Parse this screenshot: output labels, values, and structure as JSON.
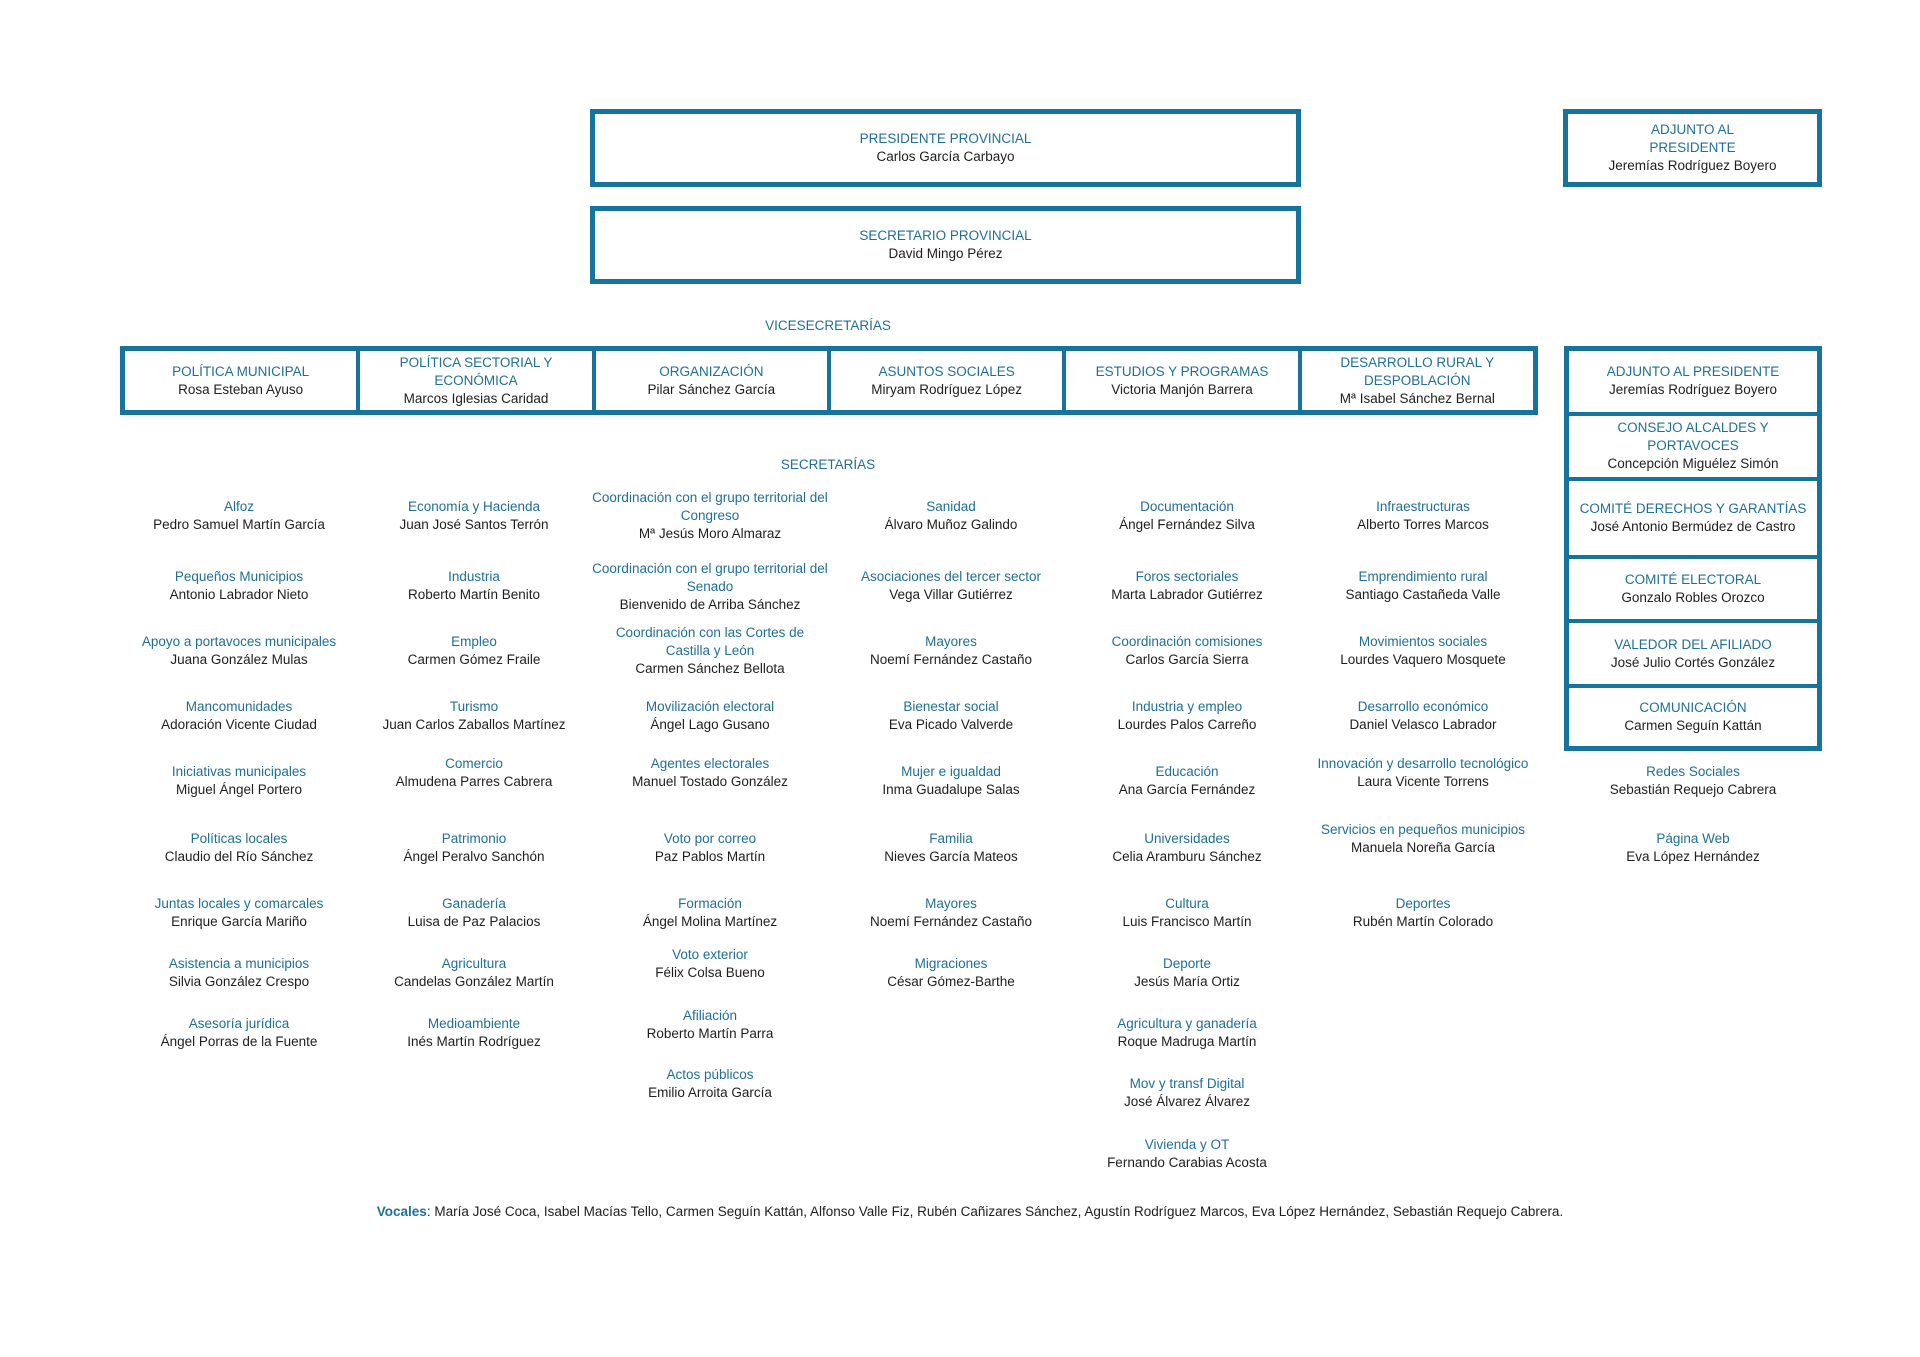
{
  "president": {
    "title": "PRESIDENTE PROVINCIAL",
    "name": "Carlos García Carbayo"
  },
  "adjunto_top": {
    "title_1": "ADJUNTO AL",
    "title_2": "PRESIDENTE",
    "name": "Jeremías Rodríguez Boyero"
  },
  "secretary": {
    "title": "SECRETARIO PROVINCIAL",
    "name": "David Mingo Pérez"
  },
  "vicesecretarias_label": "VICESECRETARÍAS",
  "secretarias_label": "SECRETARÍAS",
  "vicesecretarias": [
    {
      "title": "POLÍTICA MUNICIPAL",
      "name": "Rosa Esteban Ayuso"
    },
    {
      "title": "POLÍTICA SECTORIAL Y ECONÓMICA",
      "name": "Marcos Iglesias Caridad"
    },
    {
      "title": "ORGANIZACIÓN",
      "name": "Pilar Sánchez García"
    },
    {
      "title": "ASUNTOS SOCIALES",
      "name": "Miryam Rodríguez López"
    },
    {
      "title": "ESTUDIOS Y PROGRAMAS",
      "name": "Victoria Manjón Barrera"
    },
    {
      "title": "DESARROLLO RURAL Y DESPOBLACIÓN",
      "name": "Mª Isabel Sánchez Bernal"
    }
  ],
  "side_panel": [
    {
      "title": "ADJUNTO AL PRESIDENTE",
      "name": "Jeremías Rodríguez Boyero"
    },
    {
      "title": "CONSEJO ALCALDES Y PORTAVOCES",
      "name": "Concepción Miguélez Simón"
    },
    {
      "title": "COMITÉ DERECHOS Y GARANTÍAS",
      "name": "José Antonio Bermúdez de Castro"
    },
    {
      "title": "COMITÉ ELECTORAL",
      "name": "Gonzalo Robles Orozco"
    },
    {
      "title": "VALEDOR DEL AFILIADO",
      "name": "José Julio Cortés González"
    },
    {
      "title": "COMUNICACIÓN",
      "name": "Carmen Seguín Kattán"
    }
  ],
  "secretarias": [
    [
      {
        "title": "Alfoz",
        "name": "Pedro Samuel Martín García"
      },
      {
        "title": "Pequeños Municipios",
        "name": "Antonio Labrador Nieto"
      },
      {
        "title": "Apoyo a portavoces municipales",
        "name": "Juana González Mulas"
      },
      {
        "title": "Mancomunidades",
        "name": "Adoración Vicente Ciudad"
      },
      {
        "title": "Iniciativas municipales",
        "name": "Miguel Ángel Portero"
      },
      {
        "title": "Políticas locales",
        "name": "Claudio del Río Sánchez"
      },
      {
        "title": "Juntas locales y comarcales",
        "name": "Enrique García Mariño"
      },
      {
        "title": "Asistencia a municipios",
        "name": "Silvia González Crespo"
      },
      {
        "title": "Asesoría jurídica",
        "name": "Ángel Porras de la Fuente"
      }
    ],
    [
      {
        "title": "Economía y Hacienda",
        "name": "Juan José Santos Terrón"
      },
      {
        "title": "Industria",
        "name": "Roberto Martín Benito"
      },
      {
        "title": "Empleo",
        "name": "Carmen Gómez Fraile"
      },
      {
        "title": "Turismo",
        "name": "Juan Carlos Zaballos Martínez"
      },
      {
        "title": "Comercio",
        "name": "Almudena Parres Cabrera"
      },
      {
        "title": "Patrimonio",
        "name": "Ángel Peralvo Sanchón"
      },
      {
        "title": "Ganadería",
        "name": "Luisa de Paz Palacios"
      },
      {
        "title": "Agricultura",
        "name": "Candelas González Martín"
      },
      {
        "title": "Medioambiente",
        "name": "Inés Martín Rodríguez"
      }
    ],
    [
      {
        "title": "Coordinación con el grupo territorial del Congreso",
        "name": "Mª Jesús Moro Almaraz"
      },
      {
        "title": "Coordinación con el grupo territorial del Senado",
        "name": "Bienvenido de Arriba Sánchez"
      },
      {
        "title": "Coordinación con las Cortes de Castilla y León",
        "name": "Carmen Sánchez Bellota"
      },
      {
        "title": "Movilización electoral",
        "name": "Ángel Lago Gusano"
      },
      {
        "title": "Agentes electorales",
        "name": "Manuel Tostado González"
      },
      {
        "title": "Voto por correo",
        "name": "Paz Pablos Martín"
      },
      {
        "title": "Formación",
        "name": "Ángel Molina Martínez"
      },
      {
        "title": "Voto exterior",
        "name": "Félix Colsa Bueno"
      },
      {
        "title": "Afiliación",
        "name": "Roberto Martín Parra"
      },
      {
        "title": "Actos públicos",
        "name": "Emilio Arroita García"
      }
    ],
    [
      {
        "title": "Sanidad",
        "name": "Álvaro Muñoz Galindo"
      },
      {
        "title": "Asociaciones del tercer sector",
        "name": "Vega Villar Gutiérrez"
      },
      {
        "title": "Mayores",
        "name": "Noemí Fernández Castaño"
      },
      {
        "title": "Bienestar social",
        "name": "Eva Picado Valverde"
      },
      {
        "title": "Mujer e igualdad",
        "name": "Inma Guadalupe Salas"
      },
      {
        "title": "Familia",
        "name": "Nieves García Mateos"
      },
      {
        "title": "Mayores",
        "name": "Noemí Fernández Castaño"
      },
      {
        "title": "Migraciones",
        "name": "César Gómez-Barthe"
      }
    ],
    [
      {
        "title": "Documentación",
        "name": "Ángel Fernández Silva"
      },
      {
        "title": "Foros sectoriales",
        "name": "Marta Labrador Gutiérrez"
      },
      {
        "title": "Coordinación comisiones",
        "name": "Carlos García Sierra"
      },
      {
        "title": "Industria y empleo",
        "name": "Lourdes Palos Carreño"
      },
      {
        "title": "Educación",
        "name": "Ana García Fernández"
      },
      {
        "title": "Universidades",
        "name": "Celia Aramburu Sánchez"
      },
      {
        "title": "Cultura",
        "name": "Luis Francisco Martín"
      },
      {
        "title": "Deporte",
        "name": "Jesús María Ortiz"
      },
      {
        "title": "Agricultura y ganadería",
        "name": "Roque Madruga Martín"
      },
      {
        "title": "Mov y transf Digital",
        "name": "José Álvarez Álvarez"
      },
      {
        "title": "Vivienda y OT",
        "name": "Fernando Carabias Acosta"
      }
    ],
    [
      {
        "title": "Infraestructuras",
        "name": "Alberto Torres Marcos"
      },
      {
        "title": "Emprendimiento rural",
        "name": "Santiago Castañeda Valle"
      },
      {
        "title": "Movimientos sociales",
        "name": "Lourdes Vaquero Mosquete"
      },
      {
        "title": "Desarrollo económico",
        "name": "Daniel Velasco Labrador"
      },
      {
        "title": "Innovación y desarrollo tecnológico",
        "name": "Laura Vicente Torrens"
      },
      {
        "title": "Servicios en pequeños municipios",
        "name": "Manuela Noreña García"
      },
      {
        "title": "Deportes",
        "name": "Rubén Martín Colorado"
      }
    ],
    [
      {
        "title": "Redes Sociales",
        "name": "Sebastián Requejo Cabrera"
      },
      {
        "title": "Página Web",
        "name": "Eva López Hernández"
      }
    ]
  ],
  "vocales": {
    "label": "Vocales",
    "text": ": María José Coca, Isabel Macías Tello, Carmen Seguín Kattán, Alfonso Valle Fiz, Rubén Cañizares Sánchez, Agustín Rodríguez Marcos, Eva López Hernández, Sebastián Requejo Cabrera."
  }
}
